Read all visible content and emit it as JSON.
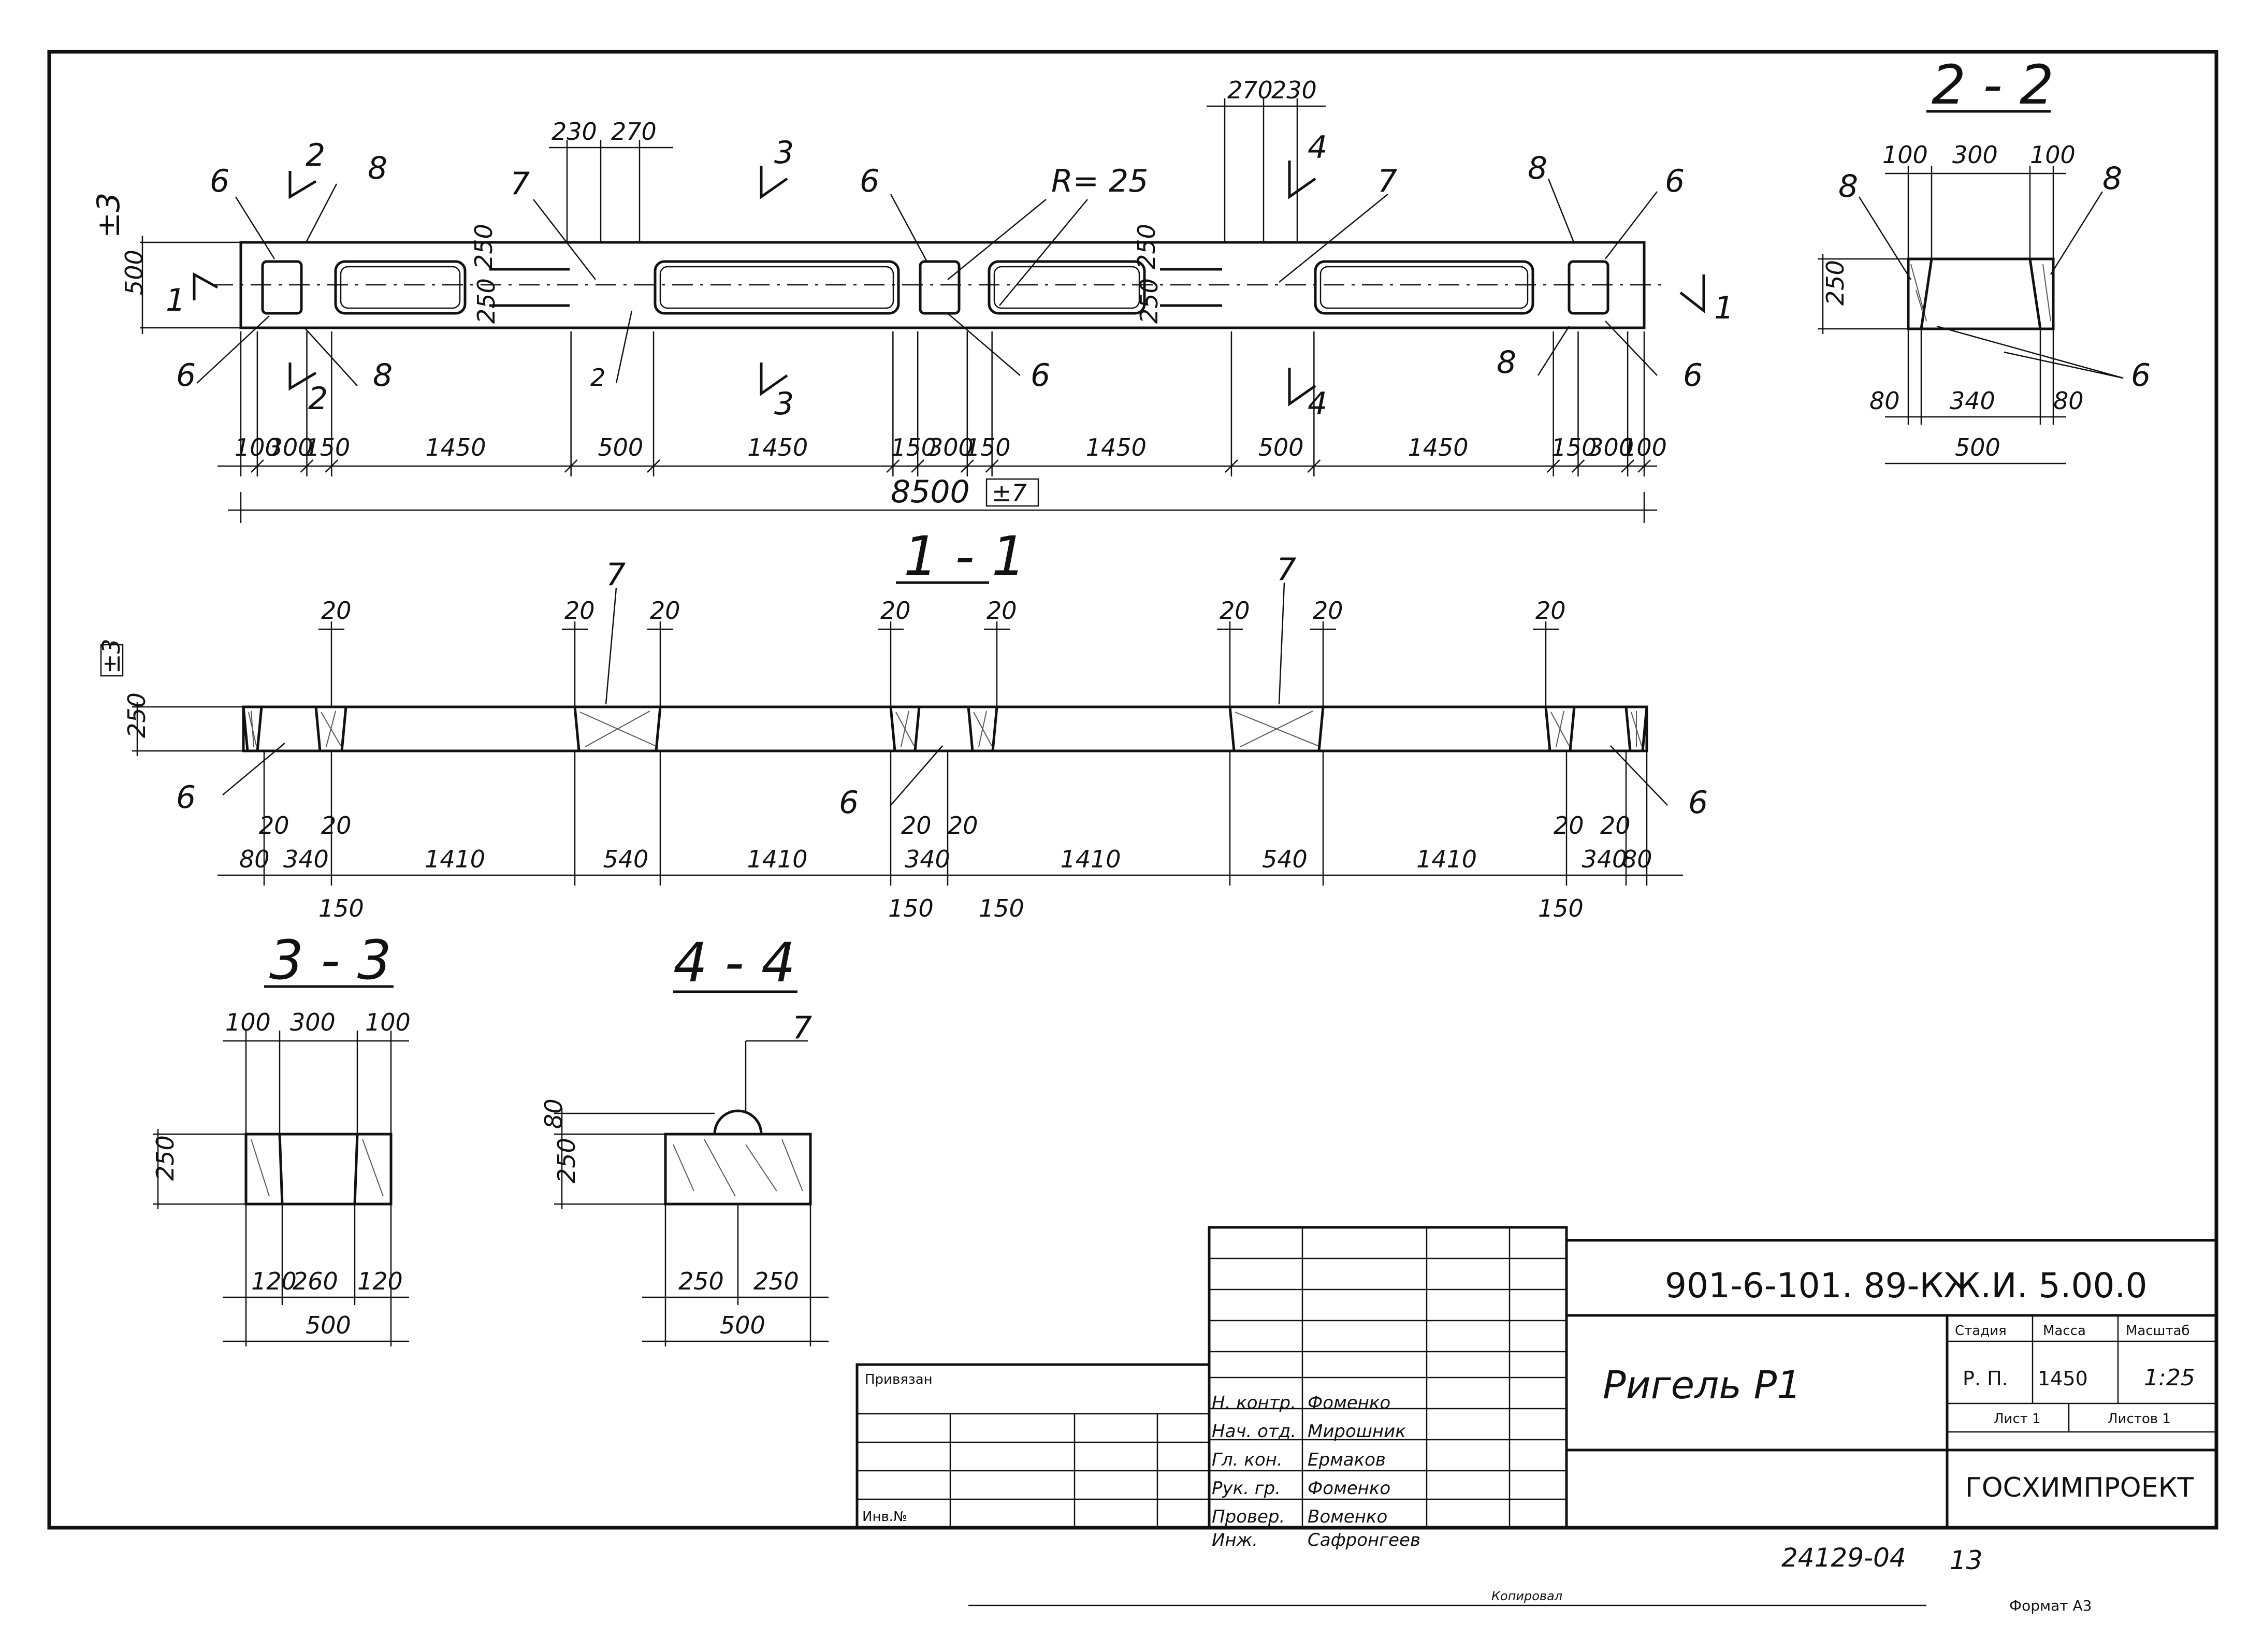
{
  "plan": {
    "tolerance_height": "±3",
    "height_total": "500",
    "height_parts": [
      "250",
      "250"
    ],
    "dims_bottom": [
      "100",
      "300",
      "150",
      "1450",
      "500",
      "1450",
      "150",
      "300",
      "150",
      "1450",
      "500",
      "1450",
      "150",
      "300",
      "100"
    ],
    "total_length": "8500",
    "total_tolerance": "±7",
    "dims_top_left": [
      "230",
      "270"
    ],
    "dims_top_right": [
      "270",
      "230"
    ],
    "radius_label": "R= 25",
    "marks": {
      "m6": "6",
      "m7": "7",
      "m8": "8",
      "m2": "2",
      "m3": "3",
      "m4": "4",
      "m1": "1"
    }
  },
  "sec22": {
    "title": "2 - 2",
    "top": [
      "100",
      "300",
      "100"
    ],
    "height": "250",
    "bottom": [
      "80",
      "340",
      "80"
    ],
    "total": "500",
    "marks": {
      "m8": "8",
      "m6": "6"
    }
  },
  "sec11": {
    "title": "1 - 1",
    "tolerance": "±3",
    "height": "250",
    "gap": "20",
    "mark7": "7",
    "mark6": "6",
    "bottom": [
      "80",
      "340",
      "1410",
      "540",
      "1410",
      "340",
      "1410",
      "540",
      "1410",
      "340",
      "80"
    ],
    "small20": "20",
    "dim150": "150"
  },
  "sec33": {
    "title": "3 - 3",
    "top": [
      "100",
      "300",
      "100"
    ],
    "height": "250",
    "bottom": [
      "120",
      "260",
      "120"
    ],
    "total": "500"
  },
  "sec44": {
    "title": "4 - 4",
    "mark7": "7",
    "height": "250",
    "bump": "80",
    "bottom": [
      "250",
      "250"
    ],
    "total": "500"
  },
  "titleblock": {
    "code": "901-6-101. 89-КЖ.И. 5.00.0",
    "privyazan": "Привязан",
    "inv": "Инв.№",
    "roles": [
      "Н. контр.",
      "Нач. отд.",
      "Гл. кон.",
      "Рук. гр.",
      "Провер.",
      "Инж."
    ],
    "names": [
      "Фоменко",
      "Мирошник",
      "Ермаков",
      "Фоменко",
      "Воменко",
      "Сафронгеев"
    ],
    "drawing_title": "Ригель Р1",
    "stage_label": "Стадия",
    "mass_label": "Масса",
    "scale_label": "Масштаб",
    "stage": "Р. П.",
    "mass": "1450",
    "scale": "1:25",
    "sheet_label": "Лист 1",
    "sheets_label": "Листов 1",
    "org": "ГОСХИМПРОЕКТ"
  },
  "footer": {
    "number": "24129-04",
    "page": "13",
    "copied": "Копировал",
    "format": "Формат А3"
  }
}
